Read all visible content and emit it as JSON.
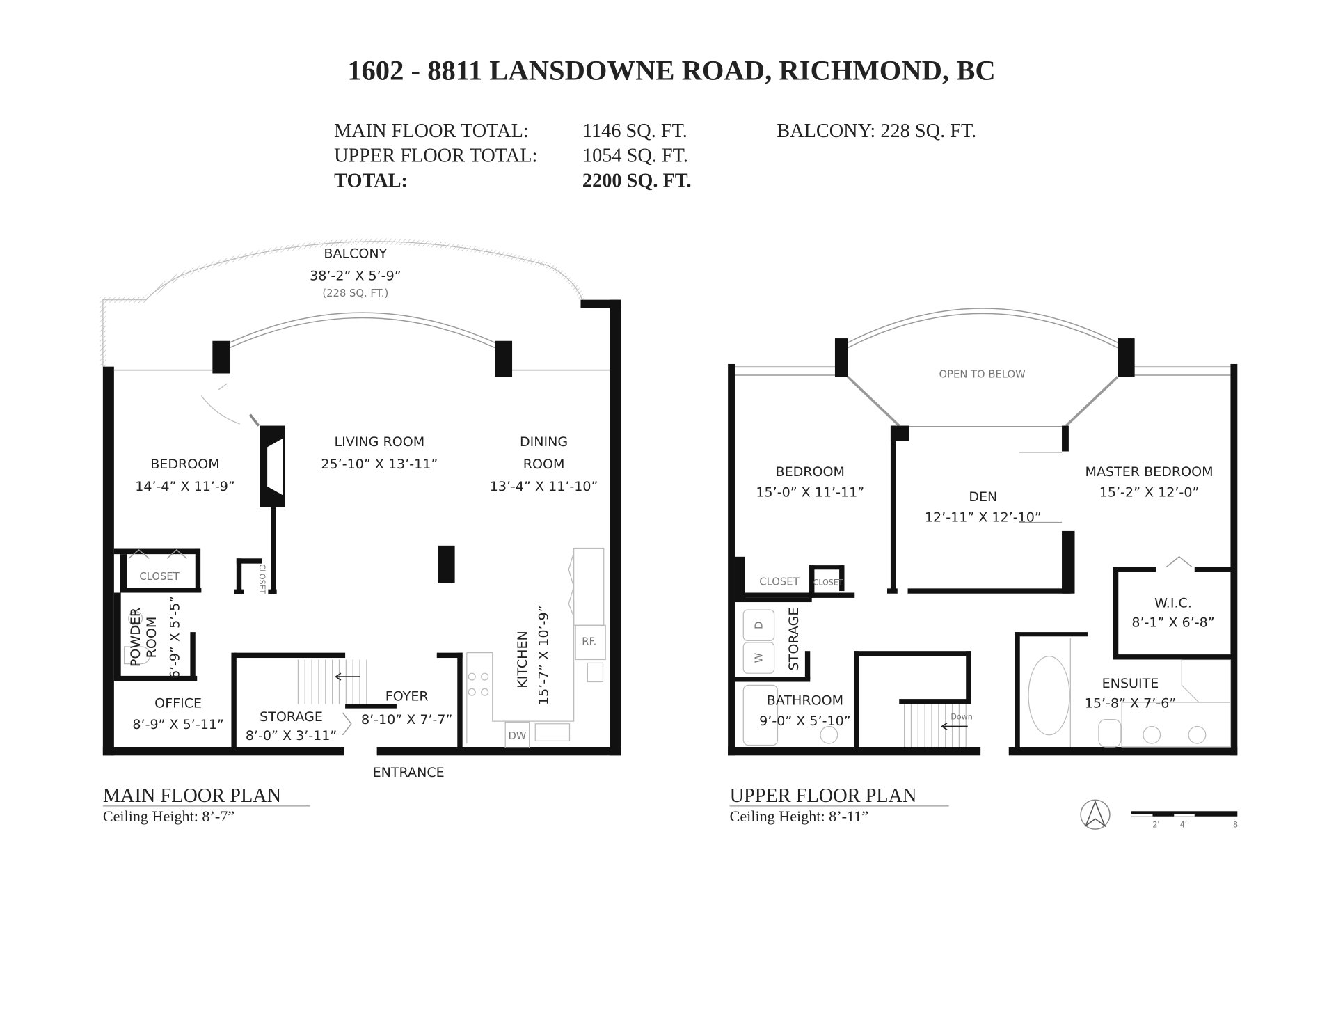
{
  "title": "1602 - 8811 LANSDOWNE ROAD, RICHMOND, BC",
  "areas": {
    "main_label": "MAIN FLOOR TOTAL:",
    "main_value": "1146 SQ. FT.",
    "upper_label": "UPPER FLOOR TOTAL:",
    "upper_value": "1054 SQ. FT.",
    "total_label": "TOTAL:",
    "total_value": "2200 SQ. FT.",
    "balcony": "BALCONY: 228 SQ. FT."
  },
  "main": {
    "balcony": {
      "name": "BALCONY",
      "dims": "38’-2” X 5’-9”",
      "area": "(228 SQ. FT.)"
    },
    "living": {
      "name": "LIVING ROOM",
      "dims": "25’-10” X 13’-11”"
    },
    "bedroom": {
      "name": "BEDROOM",
      "dims": "14’-4” X 11’-9”"
    },
    "dining": {
      "name1": "DINING",
      "name2": "ROOM",
      "dims": "13’-4” X 11’-10”"
    },
    "closet1": "CLOSET",
    "closet2": "CLOSET",
    "powder": {
      "name1": "POWDER",
      "name2": "ROOM",
      "dims": "6’-9” X 5’-5”"
    },
    "office": {
      "name": "OFFICE",
      "dims": "8’-9” X 5’-11”"
    },
    "storage": {
      "name": "STORAGE",
      "dims": "8’-0” X 3’-11”"
    },
    "foyer": {
      "name": "FOYER",
      "dims": "8’-10” X 7’-7”"
    },
    "kitchen": {
      "name": "KITCHEN",
      "dims": "15’-7” X 10’-9”"
    },
    "fridge": "RF.",
    "dishwasher": "DW",
    "entrance": "ENTRANCE",
    "plan_title": "MAIN FLOOR PLAN",
    "ceiling": "Ceiling Height: 8’-7”"
  },
  "upper": {
    "open": "OPEN TO BELOW",
    "bedroom": {
      "name": "BEDROOM",
      "dims": "15’-0” X 11’-11”"
    },
    "den": {
      "name": "DEN",
      "dims": "12’-11” X 12’-10”"
    },
    "master": {
      "name": "MASTER BEDROOM",
      "dims": "15’-2” X 12’-0”"
    },
    "closet1": "CLOSET",
    "closet2": "CLOSET",
    "storage": "STORAGE",
    "washer": "W",
    "dryer": "D",
    "wic": {
      "name": "W.I.C.",
      "dims": "8’-1” X 6’-8”"
    },
    "bathroom": {
      "name": "BATHROOM",
      "dims": "9’-0” X 5’-10”"
    },
    "ensuite": {
      "name": "ENSUITE",
      "dims": "15’-8” X 7’-6”"
    },
    "stairs": "Down",
    "plan_title": "UPPER FLOOR PLAN",
    "ceiling": "Ceiling Height: 8’-11”"
  },
  "scale": {
    "t1": "2'",
    "t2": "4'",
    "t3": "8'"
  }
}
